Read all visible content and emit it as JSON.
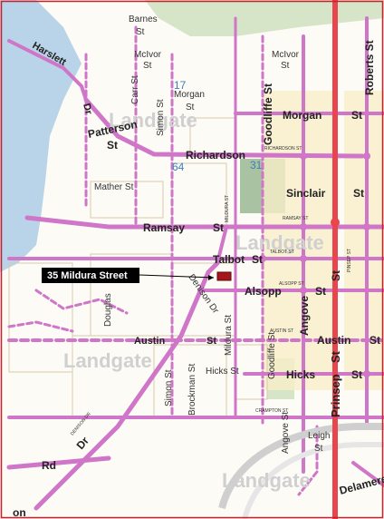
{
  "colors": {
    "water": "#b9d4e8",
    "park": "#d6e4c8",
    "dark_park": "#a9c3a2",
    "road": "#cf76c8",
    "major_road": "#e8454d",
    "block_outline": "#d9c9a8",
    "land_yellow": "#f7efc9",
    "callout_bg": "#000000",
    "marker": "#a4161c",
    "border": "#cc1f2a"
  },
  "labels": {
    "barnes": "Barnes",
    "barnes_st": "St",
    "mcivor1": "McIvor",
    "mcivor1_st": "St",
    "mcivor2": "McIvor",
    "mcivor2_st": "St",
    "harslett": "Harslett",
    "dr_harslett": "Dr",
    "carr": "Carr St",
    "morgan_small": "Morgan",
    "morgan_small_st": "St",
    "simon_top": "Simon St",
    "goodliffe_top": "Goodliffe St",
    "roberts": "Roberts St",
    "morgan_big": "Morgan",
    "morgan_big_st": "St",
    "patterson": "Patterson",
    "patterson_st": "St",
    "richardson": "Richardson",
    "richardson_small": "RICHARDSON ST",
    "sinclair": "Sinclair",
    "sinclair_st": "St",
    "mather": "Mather St",
    "ramsay": "Ramsay",
    "ramsay_st": "St",
    "ramsay_small": "RAMSAY ST",
    "mildura_small": "MILDURA ST",
    "pinnsep_small": "PINSEP ST",
    "talbot": "Talbot",
    "talbot_st": "St",
    "talbot_small": "TALBOT ST",
    "alsopp": "Alsopp",
    "alsopp_st": "St",
    "alsopp_small": "ALSOPP ST",
    "denison_dr": "Denison Dr",
    "douglas": "Douglas",
    "angove_mid": "Angove",
    "st_prinsep": "St",
    "austin": "Austin",
    "austin_st": "St",
    "austin_right": "Austin",
    "austin_right_st": "St",
    "austin_small": "AUSTIN ST",
    "mildura_mid": "Mildura St",
    "goodliffe_bottom": "Goodliffe St",
    "hicks_small": "Hicks St",
    "hicks": "Hicks",
    "hicks_st": "St",
    "simon_bottom": "Simon St",
    "brockman": "Brockman St",
    "prinsep": "Prinsep",
    "prinsep_st": "St",
    "crampton_small": "CRAMPTON ST",
    "angove_bottom": "Angove St",
    "leigh": "Leigh",
    "leigh_st": "St",
    "rd": "Rd",
    "dr_left": "Dr",
    "denison_dr_small": "DENISON DR",
    "delamere": "Delamere",
    "on": "on",
    "route_17": "17",
    "route_64": "64",
    "route_31": "31",
    "callout": "35 Mildura Street",
    "watermark": "Landgate"
  }
}
